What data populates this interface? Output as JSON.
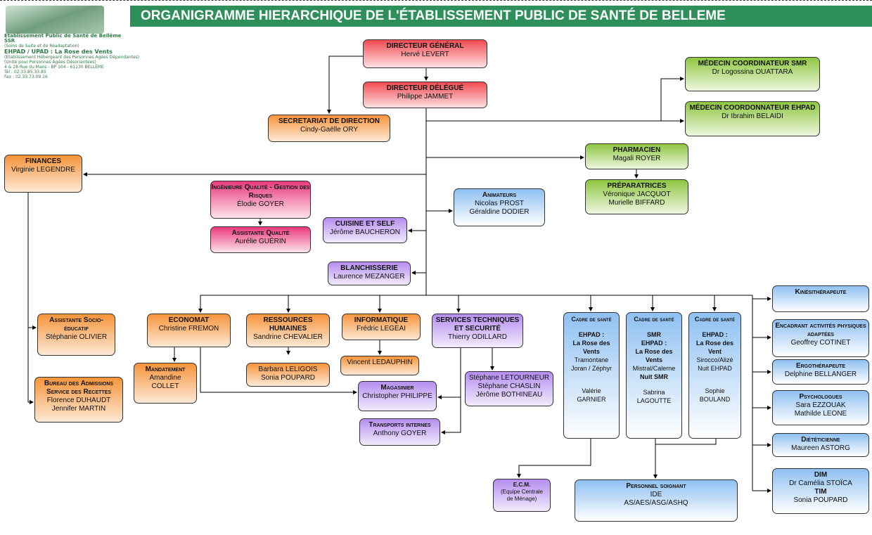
{
  "logo": {
    "name": "Établissement Public de Santé de Bellême",
    "ssr": "SSR",
    "ssr_full": "(Soins de Suite et de Réadaptation)",
    "ehpad": "EHPAD / UPAD : La Rose des Vents",
    "ehpad_full": "(Etablissement Hébergeant des Personnes Agées Dépendantes)",
    "upad_full": "(Unité pour Personnes Agées Désorientées)",
    "address": "4 & 28 Rue du Mans  -  BP 104  -  61130 BELLÊME",
    "tel": "Tél : 02.33.85.33.85",
    "fax": "Fax : 02.33.73.09.16"
  },
  "title": "ORGANIGRAMME HIERARCHIQUE DE L'ÉTABLISSEMENT PUBLIC DE SANTÉ DE BELLEME",
  "boxes": {
    "dg": {
      "title": "DIRECTEUR GÉNÉRAL",
      "lines": [
        "Hervé LEVERT"
      ]
    },
    "dd": {
      "title": "DIRECTEUR DÉLÉGUÉ",
      "lines": [
        "Philippe JAMMET"
      ]
    },
    "sec": {
      "title": "SECRETARIAT DE DIRECTION",
      "lines": [
        "Cindy-Gaëlle ORY"
      ]
    },
    "fin": {
      "title": "FINANCES",
      "lines": [
        "Virginie LEGENDRE"
      ]
    },
    "medsmr": {
      "title": "MÉDECIN COORDINATEUR SMR",
      "lines": [
        "Dr Logossina OUATTARA"
      ]
    },
    "medehpad": {
      "title": "MÉDECIN COORDONNATEUR EHPAD",
      "lines": [
        "Dr  Ibrahim BELAIDI"
      ]
    },
    "pharma": {
      "title": "PHARMACIEN",
      "lines": [
        "Magali ROYER"
      ]
    },
    "prep": {
      "title": "PRÉPARATRICES",
      "lines": [
        "Véronique JACQUOT",
        "Murielle BIFFARD"
      ]
    },
    "ingq": {
      "title": "Ingénieure Qualité - Gestion des Risques",
      "lines": [
        "Élodie GOYER"
      ]
    },
    "assq": {
      "title": "Assistante Qualité",
      "lines": [
        "Aurélie GUÉRIN"
      ]
    },
    "anim": {
      "title": "Animateurs",
      "lines": [
        "Nicolas PROST",
        "Géraldine DODIER"
      ]
    },
    "cuis": {
      "title": "CUISINE ET SELF",
      "lines": [
        "Jérôme BAUCHERON"
      ]
    },
    "blanch": {
      "title": "BLANCHISSERIE",
      "lines": [
        "Laurence MEZANGER"
      ]
    },
    "asoc": {
      "title": "Assistante Socio-éducatif",
      "lines": [
        "Stéphanie OLIVIER"
      ]
    },
    "bureau": {
      "title": "Bureau des Admissions Service des Recettes",
      "lines": [
        "Florence DUHAUDT",
        "Jennifer MARTIN"
      ]
    },
    "eco": {
      "title": "ECONOMAT",
      "lines": [
        "Christine FREMON"
      ]
    },
    "mand": {
      "title": "Mandatement",
      "lines": [
        "Amandine",
        "COLLET"
      ]
    },
    "rh": {
      "title": "RESSOURCES HUMAINES",
      "lines": [
        "Sandrine CHEVALIER"
      ]
    },
    "rh2": {
      "title": "",
      "lines": [
        "Barbara  LELIGOIS",
        "Sonia POUPARD"
      ]
    },
    "info": {
      "title": "INFORMATIQUE",
      "lines": [
        "Frédric LEGEAI"
      ]
    },
    "info2": {
      "title": "",
      "lines": [
        "Vincent LEDAUPHIN"
      ]
    },
    "st": {
      "title": "SERVICES TECHNIQUES ET SECURITÉ",
      "lines": [
        "Thierry ODILLARD"
      ]
    },
    "st2": {
      "title": "",
      "lines": [
        "Stéphane LETOURNEUR",
        "Stéphane CHASLIN",
        "Jérôme BOTHINEAU"
      ]
    },
    "mag": {
      "title": "Magasinier",
      "lines": [
        "Christopher PHILIPPE"
      ]
    },
    "trans": {
      "title": "Transports internes",
      "lines": [
        "Anthony GOYER"
      ]
    },
    "c1": {
      "title": "Cadre de santé",
      "lines": [
        "",
        "EHPAD :",
        "La Rose des",
        "Vents",
        "Tramontane",
        "Joran / Zéphyr",
        "",
        "",
        "Valérie",
        "GARNIER"
      ]
    },
    "c2": {
      "title": "Cadre de santé",
      "lines": [
        "",
        "SMR",
        "EHPAD :",
        "La Rose des",
        "Vents",
        "Mistral/Calerne",
        "Nuit SMR",
        "",
        "Sabrina",
        "LAGOUTTE"
      ]
    },
    "c3": {
      "title": "Cadre de santé",
      "lines": [
        "",
        "EHPAD :",
        "La Rose des",
        "Vent",
        "Sirocco/Alizé",
        "Nuit EHPAD",
        "",
        "",
        "Sophie",
        "BOULAND"
      ]
    },
    "ecm": {
      "title": "E.C.M.",
      "lines": [
        "(Equipe Centrale",
        "de Ménage)"
      ]
    },
    "pers": {
      "title": "Personnel soignant",
      "lines": [
        "IDE",
        "AS/AES/ASG/ASHQ"
      ]
    },
    "kine": {
      "title": "Kinésithérapeute",
      "lines": []
    },
    "apa": {
      "title": "Encadrant  activités physiques  adaptées",
      "lines": [
        "Geoffrey COTINET"
      ]
    },
    "ergo": {
      "title": "Ergothérapeute",
      "lines": [
        "Delphine BELLANGER"
      ]
    },
    "psy": {
      "title": "Psychologues",
      "lines": [
        "Sara EZZOUAK",
        "Mathilde LEONE"
      ]
    },
    "diet": {
      "title": "Diététicienne",
      "lines": [
        "Maureen ASTORG"
      ]
    },
    "dim": {
      "title": "DIM",
      "lines": [
        "Dr  Camélia STOÏCA",
        "TIM",
        "Sonia POUPARD"
      ]
    }
  }
}
